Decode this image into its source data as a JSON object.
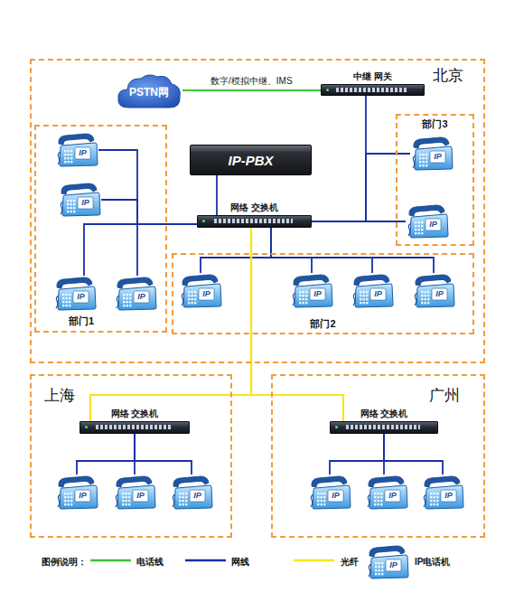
{
  "diagram": {
    "nodes": [
      {
        "text": [
          "北京"
        ]
      },
      {
        "text": [
          "PSTN网"
        ],
        "in": 0
      },
      {
        "text": [
          "中继 网关"
        ],
        "in": 0
      },
      {
        "text": [
          "IP-PBX"
        ],
        "in": 0
      },
      {
        "text": [
          "部门1"
        ],
        "in": 0
      },
      {
        "text": [
          "IP"
        ],
        "in": 4
      },
      {
        "text": [
          "IP"
        ],
        "in": 4
      },
      {
        "text": [
          "部门3"
        ],
        "in": 0
      },
      {
        "text": [
          "IP"
        ],
        "in": 7
      },
      {
        "text": [
          "网络 交换机"
        ],
        "in": 0
      },
      {
        "text": [
          "IP"
        ],
        "in": 7
      },
      {
        "text": [
          "IP"
        ],
        "in": 4
      },
      {
        "text": [
          "IP"
        ],
        "in": 4
      },
      {
        "text": [
          "部门2"
        ],
        "in": 0
      },
      {
        "text": [
          "IP"
        ],
        "in": 13
      },
      {
        "text": [
          "IP"
        ],
        "in": 13
      },
      {
        "text": [
          "IP"
        ],
        "in": 13
      },
      {
        "text": [
          "IP"
        ],
        "in": 13
      },
      {
        "text": [
          "上海"
        ]
      },
      {
        "text": [
          "网络 交换机"
        ],
        "in": 18
      },
      {
        "text": [
          "IP"
        ],
        "in": 18
      },
      {
        "text": [
          "IP"
        ],
        "in": 18
      },
      {
        "text": [
          "IP"
        ],
        "in": 18
      },
      {
        "text": [
          "广州"
        ]
      },
      {
        "text": [
          "网络 交换机"
        ],
        "in": 23
      },
      {
        "text": [
          "IP"
        ],
        "in": 23
      },
      {
        "text": [
          "IP"
        ],
        "in": 23
      },
      {
        "text": [
          "IP"
        ],
        "in": 23
      }
    ],
    "edges": [
      {
        "from": 1,
        "to": 2,
        "label": "数字/模拟中继、IMS",
        "arrow": "none"
      },
      {
        "from": 3,
        "to": 9,
        "arrow": "none"
      },
      {
        "from": 9,
        "to": 2,
        "arrow": "none"
      },
      {
        "from": 9,
        "to": 8,
        "arrow": "none"
      },
      {
        "from": 9,
        "to": 10,
        "arrow": "none"
      },
      {
        "from": 9,
        "to": 5,
        "arrow": "none"
      },
      {
        "from": 9,
        "to": 6,
        "arrow": "none"
      },
      {
        "from": 9,
        "to": 11,
        "arrow": "none"
      },
      {
        "from": 9,
        "to": 12,
        "arrow": "none"
      },
      {
        "from": 9,
        "to": 14,
        "arrow": "none"
      },
      {
        "from": 9,
        "to": 15,
        "arrow": "none"
      },
      {
        "from": 9,
        "to": 16,
        "arrow": "none"
      },
      {
        "from": 9,
        "to": 17,
        "arrow": "none"
      },
      {
        "from": 9,
        "to": 19,
        "arrow": "none"
      },
      {
        "from": 9,
        "to": 24,
        "arrow": "none"
      },
      {
        "from": 19,
        "to": 20,
        "arrow": "none"
      },
      {
        "from": 19,
        "to": 21,
        "arrow": "none"
      },
      {
        "from": 19,
        "to": 22,
        "arrow": "none"
      },
      {
        "from": 24,
        "to": 25,
        "arrow": "none"
      },
      {
        "from": 24,
        "to": 26,
        "arrow": "none"
      },
      {
        "from": 24,
        "to": 27,
        "arrow": "none"
      }
    ],
    "labels": [
      "图例说明：",
      "IP"
    ],
    "legend": [
      {
        "text": "电话线"
      },
      {
        "text": "网线"
      },
      {
        "text": "光纤"
      },
      {
        "text": "IP电话机"
      }
    ]
  }
}
